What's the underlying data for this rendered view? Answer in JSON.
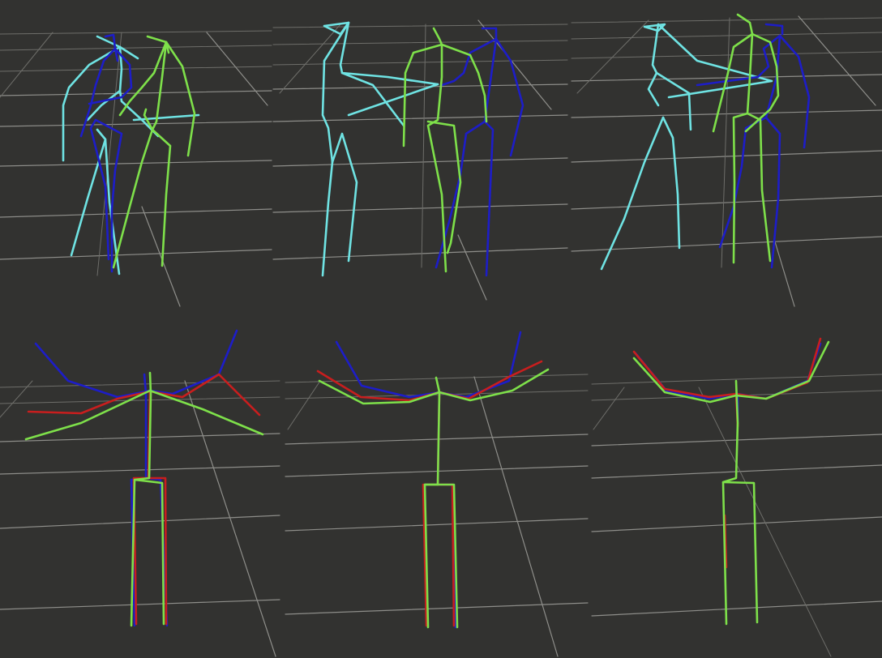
{
  "colors": {
    "background": "#323230",
    "grid": "#8e8e8a",
    "cyan_skeleton": "#6fe3e3",
    "blue_skeleton": "#1d1dc8",
    "green_skeleton": "#7ee04a",
    "red_skeleton": "#c81e1e"
  },
  "layout_grid": {
    "rows": 2,
    "columns": 3
  },
  "panels": [
    {
      "name": "panel-top-left",
      "skeletons": [
        "cyan",
        "blue",
        "green"
      ]
    },
    {
      "name": "panel-top-middle",
      "skeletons": [
        "cyan",
        "blue",
        "green"
      ]
    },
    {
      "name": "panel-top-right",
      "skeletons": [
        "cyan",
        "blue",
        "green"
      ]
    },
    {
      "name": "panel-bottom-left",
      "skeletons": [
        "blue",
        "red",
        "green"
      ]
    },
    {
      "name": "panel-bottom-middle",
      "skeletons": [
        "blue",
        "red",
        "green"
      ]
    },
    {
      "name": "panel-bottom-right",
      "skeletons": [
        "blue",
        "red",
        "green"
      ]
    }
  ]
}
